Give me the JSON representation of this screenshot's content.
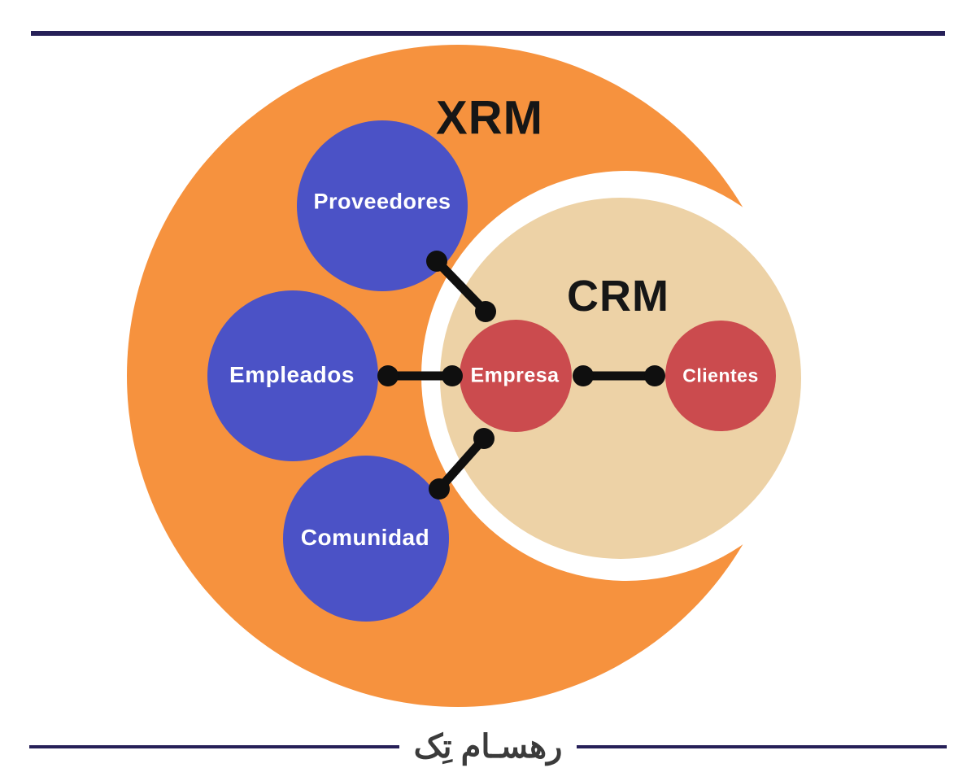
{
  "title": {
    "outer": "XRM",
    "inner": "CRM"
  },
  "xrm_nodes": [
    {
      "id": "proveedores",
      "label": "Proveedores"
    },
    {
      "id": "empleados",
      "label": "Empleados"
    },
    {
      "id": "comunidad",
      "label": "Comunidad"
    }
  ],
  "crm_nodes": [
    {
      "id": "empresa",
      "label": "Empresa"
    },
    {
      "id": "clientes",
      "label": "Clientes"
    }
  ],
  "connections": [
    {
      "from": "Proveedores",
      "to": "Empresa"
    },
    {
      "from": "Empleados",
      "to": "Empresa"
    },
    {
      "from": "Comunidad",
      "to": "Empresa"
    },
    {
      "from": "Empresa",
      "to": "Clientes"
    }
  ],
  "footer": {
    "brand_text": "رهسـام تِک"
  },
  "colors": {
    "xrm_orange": "#F6923E",
    "crm_cream": "#EDD2A6",
    "node_blue": "#4B52C6",
    "node_red": "#CB4B4E",
    "connector_black": "#0F0F0F",
    "rule_navy": "#262058",
    "cutout_white": "#FFFFFF",
    "title_text": "#161616",
    "node_text": "#FFFFFF"
  }
}
